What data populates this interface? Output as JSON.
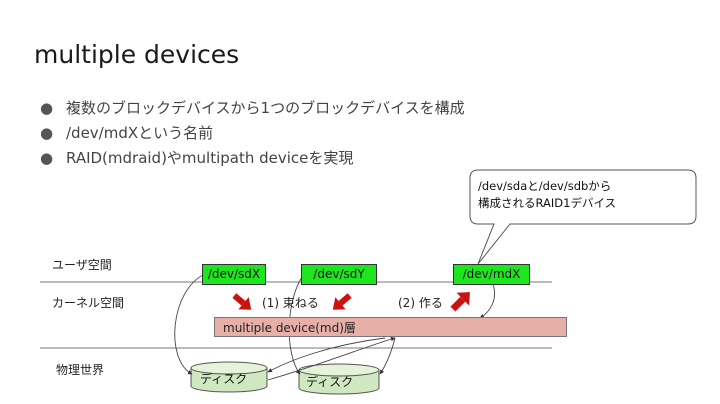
{
  "title": "multiple devices",
  "bullets": [
    "複数のブロックデバイスから1つのブロックデバイスを構成",
    "/dev/mdXという名前",
    "RAID(mdraid)やmultipath deviceを実現"
  ],
  "bullet_marker": "●",
  "callout": {
    "line1": "/dev/sdaと/dev/sdbから",
    "line2": "構成されるRAID1デバイス"
  },
  "layers": {
    "user": "ユーザ空間",
    "kernel": "カーネル空間",
    "physical": "物理世界"
  },
  "devices": {
    "sdx": "/dev/sdX",
    "sdy": "/dev/sdY",
    "mdx": "/dev/mdX"
  },
  "steps": {
    "bundle": "(1) 束ねる",
    "create": "(2) 作る"
  },
  "md_layer": "multiple device(md)層",
  "disks": [
    "ディスク",
    "ディスク"
  ],
  "colors": {
    "device_fill": "#1ee61e",
    "md_layer_fill": "#e6b0a8",
    "arrow": "#cc1111",
    "disk_fill": "#cfe8c0"
  }
}
